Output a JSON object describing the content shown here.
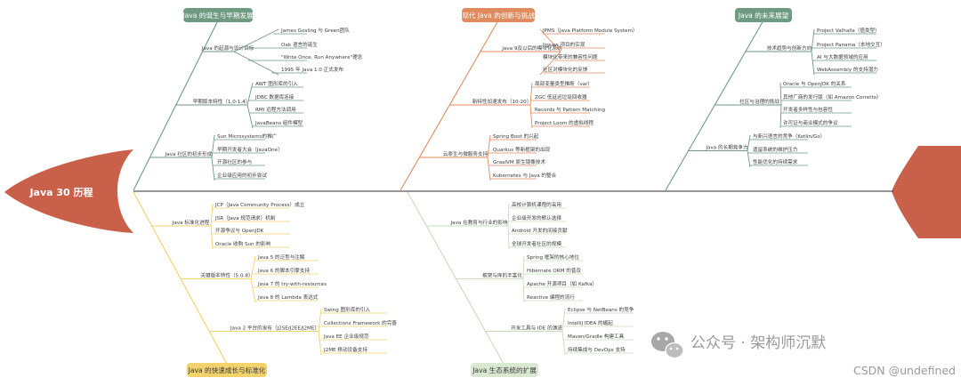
{
  "head_title": "Java 30 历程",
  "colors": {
    "head": "#c9614a",
    "green": "#6f9a82",
    "orange": "#e08a5d",
    "yellow": "#f2d26b",
    "lightgreen": "#d9e8d0",
    "spine": "#2f2f2f"
  },
  "categories": {
    "birth": "Java 的诞生与早期发展",
    "modern": "现代 Java 的创新与挑战",
    "future": "Java 的未来展望",
    "growth": "Java 的快速成长与标准化",
    "ecosystem": "Java 生态系统的扩展"
  },
  "branches": {
    "b1": {
      "label": "Java 的起源与设计目标",
      "items": [
        "James Gosling 与 Green团队",
        "Oak 语言的诞生",
        "\"Write Once, Run Anywhere\"理念",
        "1995 年 Java 1.0 正式发布"
      ]
    },
    "b2": {
      "label": "早期版本特性（1.0-1.4）",
      "items": [
        "AWT 图形库的引入",
        "JDBC 数据库连接",
        "RMI 远程方法调用",
        "JavaBeans 组件模型"
      ]
    },
    "b3": {
      "label": "Java 社区的初步形成",
      "items": [
        "Sun Microsystems的推广",
        "早期开发者大会（JavaOne）",
        "开源社区的参与",
        "企业级应用的初步尝试"
      ]
    },
    "m1": {
      "label": "Java 9及以后的模块化系统",
      "items": [
        "JPMS（Java Platform Module System）",
        "Jigsaw 项目的实现",
        "模块化带来的兼容性问题",
        "社区对模块化的反馈"
      ]
    },
    "m2": {
      "label": "新特性加速发布（10-20）",
      "items": [
        "局部变量类型推断（var）",
        "ZGC 低延迟垃圾回收器",
        "Records 与 Pattern Matching",
        "Project Loom 的虚拟线程"
      ]
    },
    "m3": {
      "label": "云原生与微服务支持",
      "items": [
        "Spring Boot 的兴起",
        "Quarkus 等新框架的出现",
        "GraalVM 原生镜像技术",
        "Kubernetes 与 Java 的整合"
      ]
    },
    "f1": {
      "label": "技术趋势与创新方向",
      "items": [
        "Project Valhalla（值类型）",
        "Project Panama（本地交互）",
        "AI 与大数据领域的应用",
        "WebAssembly 的支持潜力"
      ]
    },
    "f2": {
      "label": "社区与治理的挑战",
      "items": [
        "Oracle 与 OpenJDK 的关系",
        "其他厂商的发行版（如 Amazon Corretto）",
        "开发者多样性与包容性",
        "许可证与商业模式的争议"
      ]
    },
    "f3": {
      "label": "Java 的长期竞争力",
      "items": [
        "与新兴语言的竞争（Kotlin/Go）",
        "遗留系统的维护压力",
        "性能优化的持续需求"
      ]
    },
    "g1": {
      "label": "Java 标准化进程",
      "items": [
        "JCP（Java Community Process）成立",
        "JSR（Java 规范请求）机制",
        "开源争议与 OpenJDK",
        "Oracle 收购 Sun 的影响"
      ]
    },
    "g2": {
      "label": "关键版本特性（5.0-8）",
      "items": [
        "Java 5 的泛型与注解",
        "Java 6 的脚本引擎支持",
        "Java 7 的 try-with-resources",
        "Java 8 的 Lambda 表达式"
      ]
    },
    "g3": {
      "label": "Java 2 平台的发布（J2SE/J2EE/J2ME）",
      "items": [
        "Swing 图形库的引入",
        "Collections Framework 的完善",
        "Java EE 企业级规范",
        "J2ME 移动设备支持"
      ]
    },
    "e1": {
      "label": "Java 在教育与行业的影响",
      "items": [
        "高校计算机课程的采用",
        "企业级开发的默认选择",
        "Android 开发的间接贡献",
        "全球开发者社区的规模"
      ]
    },
    "e2": {
      "label": "框架与库的丰富化",
      "items": [
        "Spring 框架的核心地位",
        "Hibernate ORM 的普及",
        "Apache 开源项目（如 Kafka）",
        "Reactive 编程的流行"
      ]
    },
    "e3": {
      "label": "开发工具与 IDE 的演进",
      "items": [
        "Eclipse 与 NetBeans 的竞争",
        "IntelliJ IDEA 的崛起",
        "Maven/Gradle 构建工具",
        "持续集成与 DevOps 支持"
      ]
    }
  },
  "watermark": {
    "wechat": "公众号 · 架构师沉默",
    "csdn": "CSDN @undefined"
  }
}
